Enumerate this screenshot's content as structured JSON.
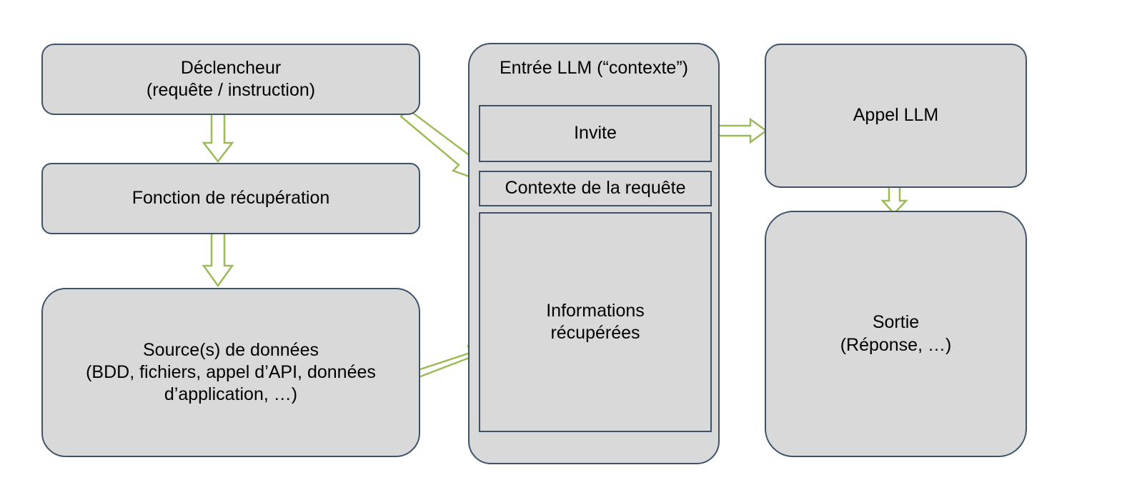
{
  "diagram": {
    "title_text": "RAG / LLM context pipeline (French)",
    "colors": {
      "node_fill": "#d9d9d9",
      "node_border": "#3f5368",
      "arrow_stroke": "#9bbb59",
      "arrow_fill": "#ffffff",
      "background": "#ffffff",
      "text": "#000000"
    },
    "nodes": {
      "trigger": "Déclencheur\n(requête / instruction)",
      "retrieval_function": "Fonction de récupération",
      "data_sources": "Source(s) de données\n(BDD, fichiers, appel d’API, données\nd’application, …)",
      "llm_input_title": "Entrée LLM (“contexte”)",
      "prompt": "Invite",
      "query_context": "Contexte de la requête",
      "retrieved_info": "Informations\nrécupérées",
      "llm_call": "Appel LLM",
      "output": "Sortie\n(Réponse, …)"
    },
    "edges": [
      {
        "name": "trigger-to-retrieval-function",
        "from": "trigger",
        "to": "retrieval_function",
        "direction": "down"
      },
      {
        "name": "retrieval-function-to-data-sources",
        "from": "retrieval_function",
        "to": "data_sources",
        "direction": "down"
      },
      {
        "name": "trigger-to-query-context",
        "from": "trigger",
        "to": "query_context",
        "direction": "diagonal-down-right"
      },
      {
        "name": "data-sources-to-retrieved-info",
        "from": "data_sources",
        "to": "retrieved_info",
        "direction": "diagonal-up-right"
      },
      {
        "name": "llm-input-to-llm-call",
        "from": "llm_input_title",
        "to": "llm_call",
        "direction": "right"
      },
      {
        "name": "llm-call-to-output",
        "from": "llm_call",
        "to": "output",
        "direction": "down"
      }
    ]
  }
}
